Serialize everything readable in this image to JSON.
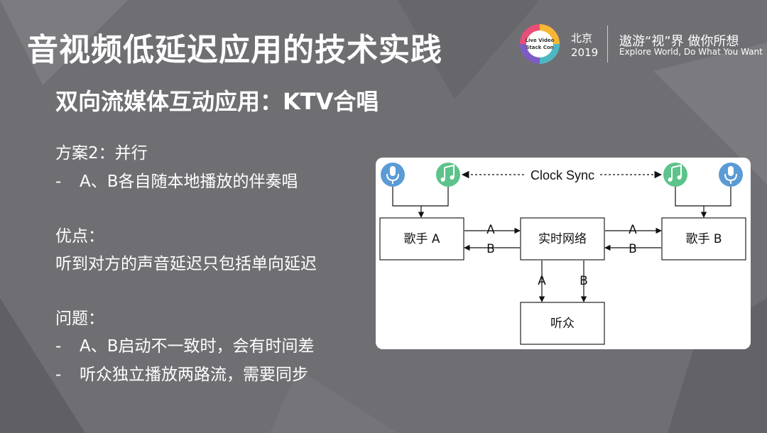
{
  "header": {
    "title": "音视频低延迟应用的技术实践",
    "logo_text_line1": "Live Video",
    "logo_text_line2": "Stack Con",
    "city": "北京",
    "year": "2019",
    "slogan_cn": "遨游“视”界 做你所想",
    "slogan_en": "Explore World, Do What You Want"
  },
  "subtitle": "双向流媒体互动应用：KTV合唱",
  "body": {
    "plan_heading": "方案2：并行",
    "plan_bullet": "A、B各自随本地播放的伴奏唱",
    "pros_heading": "优点：",
    "pros_text": "听到对方的声音延迟只包括单向延迟",
    "issues_heading": "问题：",
    "issues": [
      "A、B启动不一致时，会有时间差",
      "听众独立播放两路流，需要同步"
    ],
    "dash": "-"
  },
  "diagram": {
    "clock_sync": "Clock Sync",
    "singer_a": "歌手 A",
    "network": "实时网络",
    "singer_b": "歌手 B",
    "audience": "听众",
    "labels": {
      "a_to_net": "A",
      "b_to_a": "B",
      "a_to_b": "A",
      "b_from_b": "B",
      "down_a": "A",
      "down_b": "B"
    },
    "icons": [
      "microphone-icon",
      "music-note-icon",
      "music-note-icon",
      "microphone-icon"
    ],
    "colors": {
      "mic": "#5b9bd5",
      "music": "#5cc38a"
    }
  }
}
